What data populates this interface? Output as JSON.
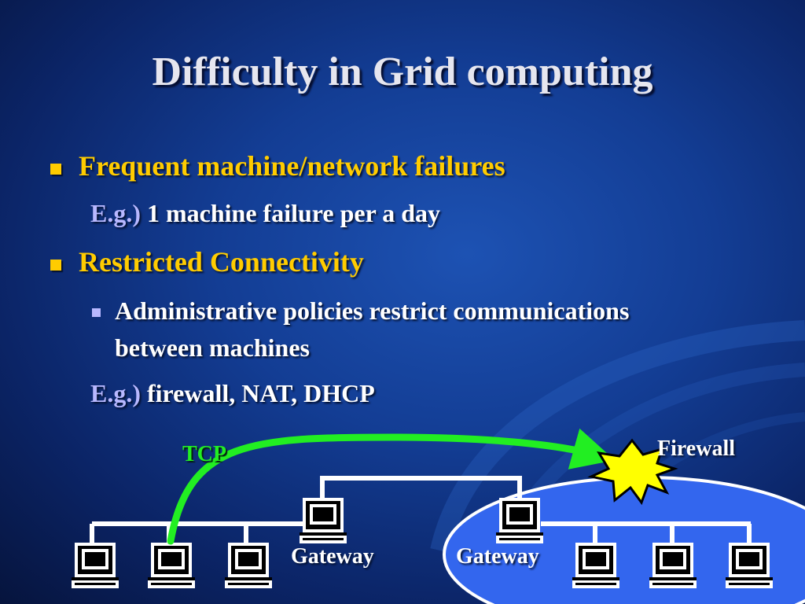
{
  "title": "Difficulty in Grid computing",
  "bullets": {
    "failures": {
      "text": "Frequent machine/network failures",
      "example_prefix": "E.g.)",
      "example_text": "1 machine failure per a day"
    },
    "connectivity": {
      "text": "Restricted Connectivity",
      "sub_line1": "Administrative policies restrict communications",
      "sub_line2": "between machines",
      "example_prefix": "E.g.)",
      "example_text": "firewall, NAT, DHCP"
    }
  },
  "diagram": {
    "tcp_label": "TCP",
    "firewall_label": "Firewall",
    "gateway_left_label": "Gateway",
    "gateway_right_label": "Gateway",
    "icons": [
      "computer-icon",
      "firewall-burst-icon",
      "tcp-arrow"
    ]
  },
  "colors": {
    "background": "#133d94",
    "title": "#e6e6ef",
    "bullet_level1": "#ffcc00",
    "bullet_level2": "#b8b8ff",
    "tcp": "#22ee22",
    "private_network": "#3366ee",
    "firewall": "#ffff00"
  }
}
